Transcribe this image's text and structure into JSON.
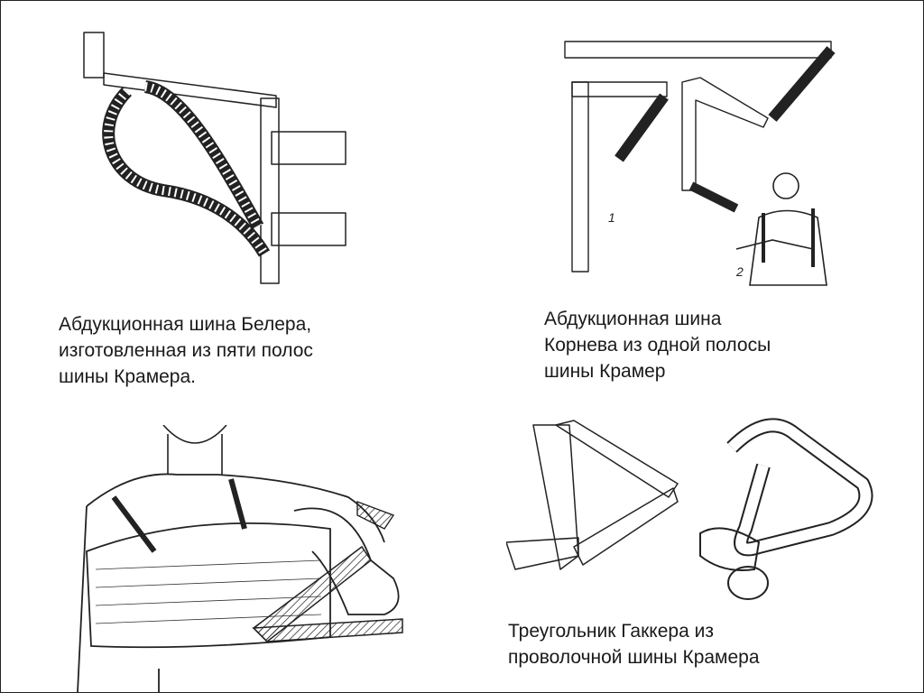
{
  "captions": {
    "beler": [
      "Абдукционная шина Белера,",
      "изготовленная из пяти полос",
      "шины Крамера."
    ],
    "kornev": [
      "Абдукционная шина",
      "Корнева из одной полосы",
      "шины Крамер"
    ],
    "gakker": [
      "Треугольник Гаккера из",
      "проволочной шины Крамера"
    ]
  },
  "labels": {
    "kornev_fig1": "1",
    "kornev_fig2": "2"
  },
  "colors": {
    "ink": "#222222",
    "text": "#1a1a1a",
    "background": "#ffffff"
  }
}
